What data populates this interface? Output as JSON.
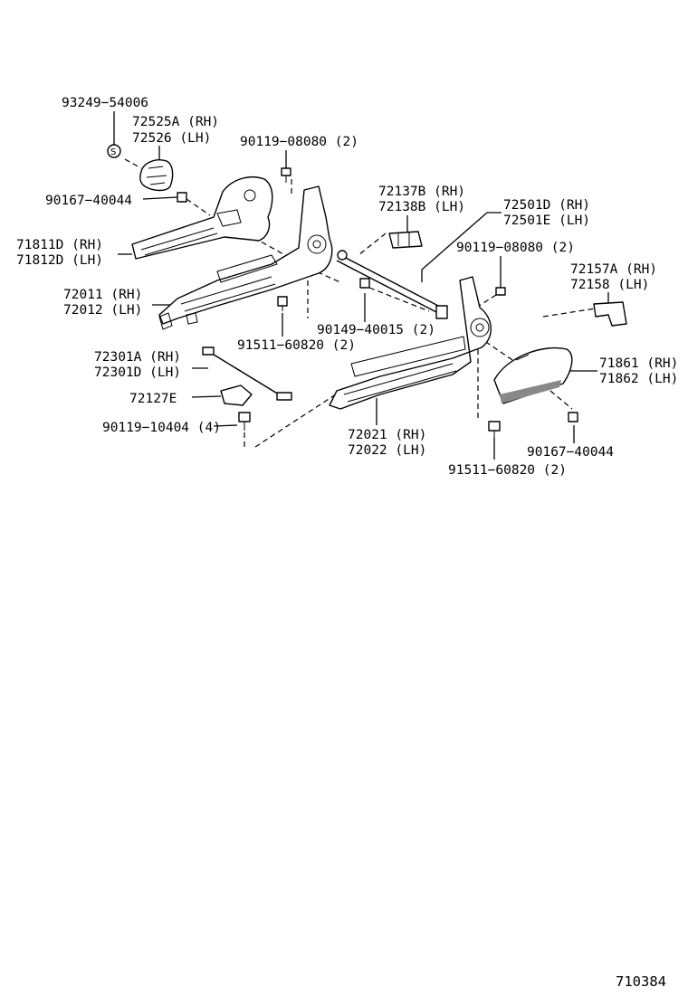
{
  "diagram_id": "710384",
  "labels": {
    "p93249_54006": "93249−54006",
    "p72525A_rh": "72525A (RH)",
    "p72526_lh": "72526   (LH)",
    "p90119_08080_top": "90119−08080 (2)",
    "p90167_40044_left": "90167−40044",
    "p72137B_rh": "72137B (RH)",
    "p72138B_lh": "72138B (LH)",
    "p72501D_rh": "72501D (RH)",
    "p72501E_lh": "72501E (LH)",
    "p71811D_rh": "71811D (RH)",
    "p71812D_lh": "71812D (LH)",
    "p90119_08080_right": "90119−08080 (2)",
    "p72157A_rh": "72157A (RH)",
    "p72158_lh": "72158   (LH)",
    "p72011_rh": "72011 (RH)",
    "p72012_lh": "72012 (LH)",
    "p90149_40015": "90149−40015 (2)",
    "p91511_60820_mid": "91511−60820 (2)",
    "p72301A_rh": "72301A (RH)",
    "p72301D_lh": "72301D (LH)",
    "p71861_rh": "71861 (RH)",
    "p71862_lh": "71862 (LH)",
    "p72127E": "72127E",
    "p90119_10404": "90119−10404 (4)",
    "p72021_rh": "72021 (RH)",
    "p72022_lh": "72022 (LH)",
    "p90167_40044_right": "90167−40044",
    "p91511_60820_bottom": "91511−60820 (2)"
  },
  "part_symbols": {
    "washer_letter": "S"
  }
}
